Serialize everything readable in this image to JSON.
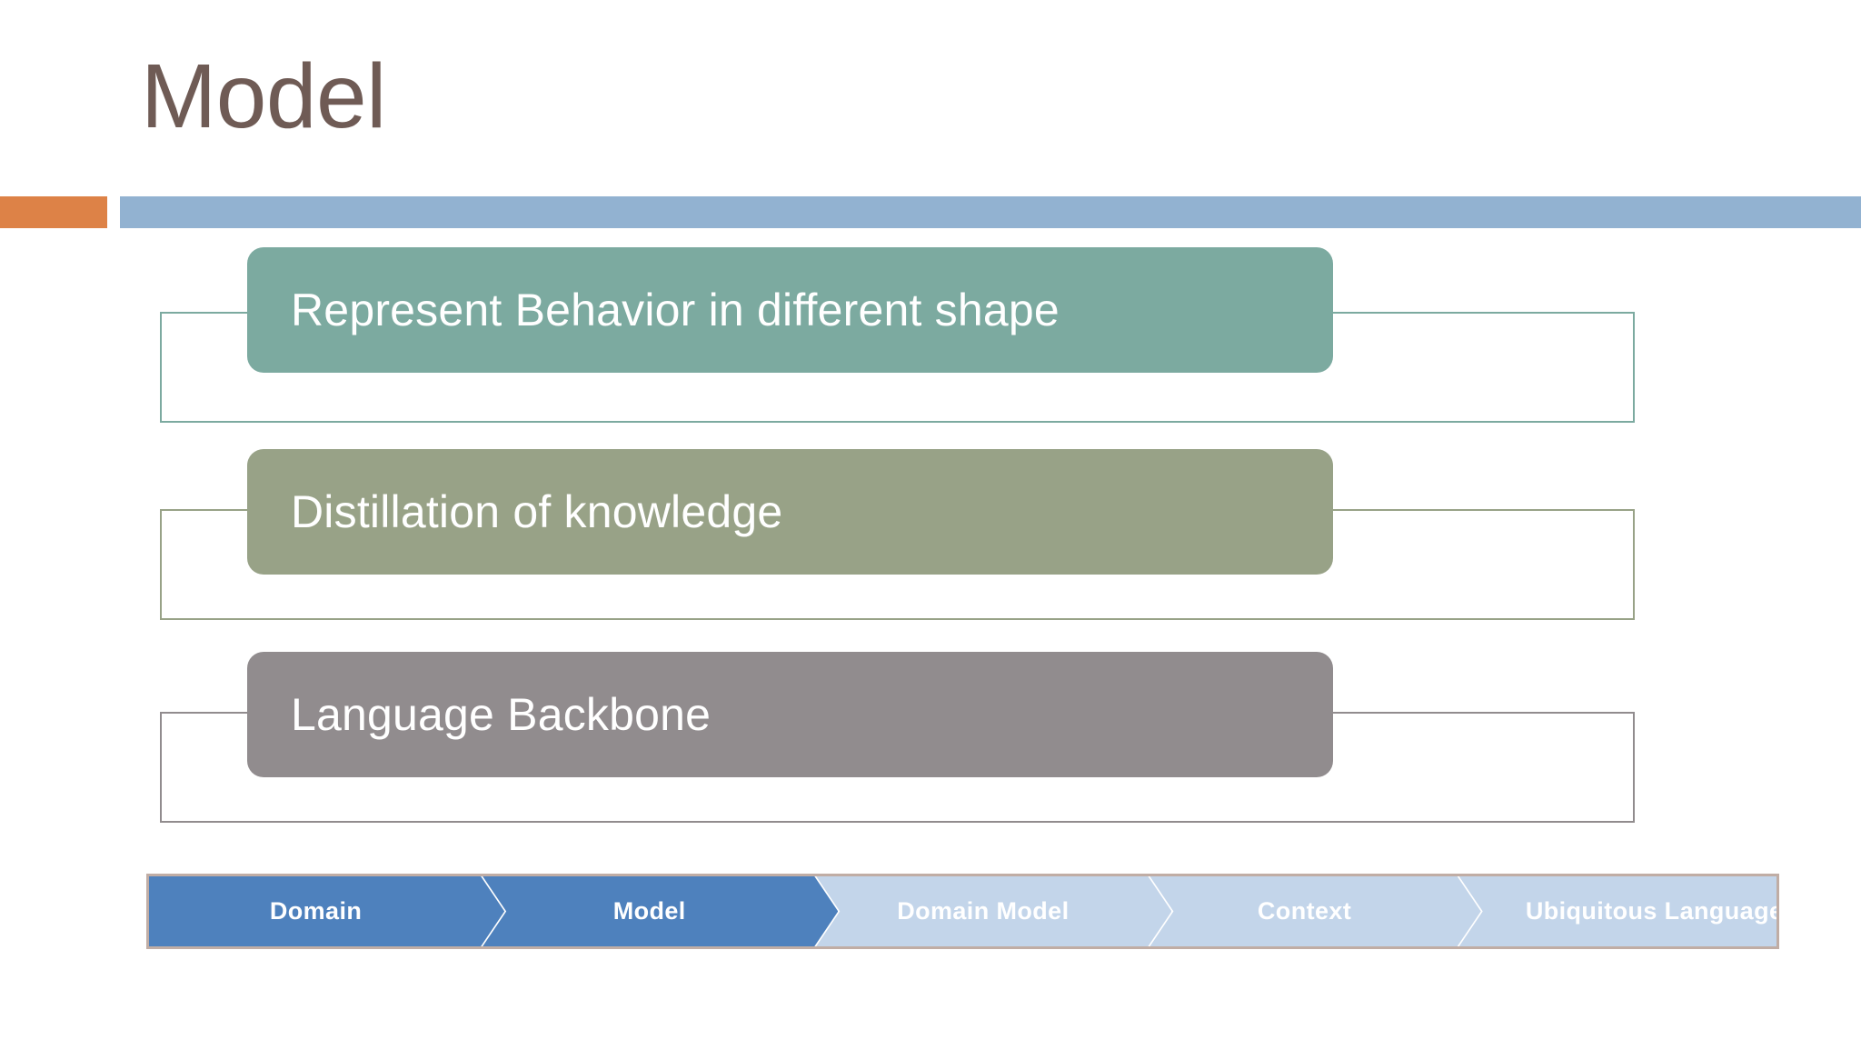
{
  "slide": {
    "title": "Model",
    "title_color": "#6F5B55",
    "background": "#ffffff"
  },
  "divider": {
    "accent_color": "#DD8247",
    "rule_color": "#92B2D1"
  },
  "rows": [
    {
      "label": "Represent Behavior in different shape",
      "fill_color": "#7CAAA0",
      "outline_color": "#7CAAA0"
    },
    {
      "label": "Distillation of knowledge",
      "fill_color": "#98A287",
      "outline_color": "#98A287"
    },
    {
      "label": "Language Backbone",
      "fill_color": "#918C8E",
      "outline_color": "#918C8E"
    }
  ],
  "process_bar": {
    "border_color": "#C0ADA5",
    "active_color": "#4E81BD",
    "inactive_color": "#C3D5EA",
    "steps": [
      {
        "label": "Domain",
        "state": "active"
      },
      {
        "label": "Model",
        "state": "active"
      },
      {
        "label": "Domain Model",
        "state": "inactive"
      },
      {
        "label": "Context",
        "state": "inactive"
      },
      {
        "label": "Ubiquitous Language",
        "state": "inactive"
      }
    ]
  }
}
